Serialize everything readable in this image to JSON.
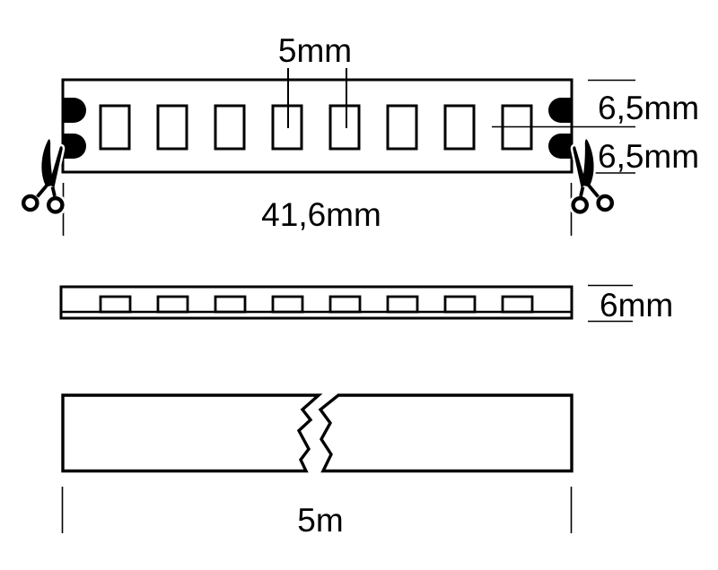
{
  "colors": {
    "ink": "#000000",
    "background": "#ffffff"
  },
  "diagram": {
    "top_view": {
      "led_count": 8,
      "solder_pad_count": 4,
      "labels": {
        "led_pitch": "5mm",
        "half_width_upper": "6,5mm",
        "half_width_lower": "6,5mm",
        "segment_length": "41,6mm"
      }
    },
    "side_view": {
      "led_count": 8,
      "labels": {
        "strip_height": "6mm"
      }
    },
    "length_view": {
      "labels": {
        "total_length": "5m"
      }
    }
  }
}
